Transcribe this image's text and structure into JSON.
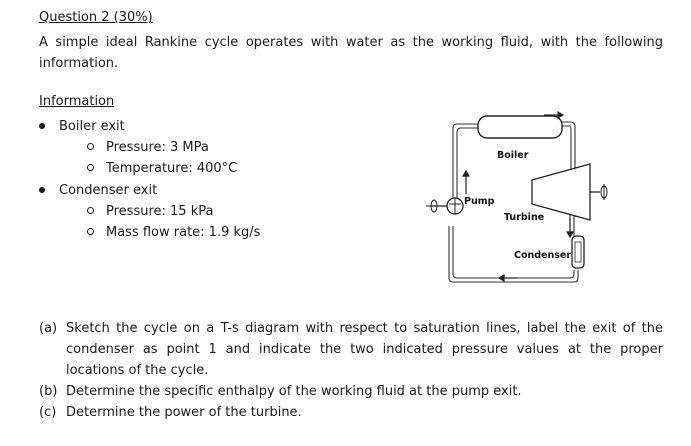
{
  "question": {
    "title": "Question 2 (30%)",
    "intro": "A simple ideal Rankine cycle operates with water as the working fluid, with the following information."
  },
  "information": {
    "heading": "Information",
    "groups": [
      {
        "label": "Boiler exit",
        "items": [
          "Pressure: 3 MPa",
          "Temperature: 400°C"
        ]
      },
      {
        "label": "Condenser exit",
        "items": [
          "Pressure: 15 kPa",
          "Mass flow rate: 1.9 kg/s"
        ]
      }
    ]
  },
  "diagram": {
    "labels": {
      "boiler": "Boiler",
      "pump": "Pump",
      "turbine": "Turbine",
      "condenser": "Condenser"
    }
  },
  "parts": [
    {
      "label": "(a)",
      "text": "Sketch the cycle on a T-s diagram with respect to saturation lines, label the exit of the condenser as point 1 and indicate the two indicated pressure values at the proper locations of the cycle."
    },
    {
      "label": "(b)",
      "text": "Determine the specific enthalpy of the working fluid at the pump exit."
    },
    {
      "label": "(c)",
      "text": "Determine the power of the turbine."
    }
  ]
}
